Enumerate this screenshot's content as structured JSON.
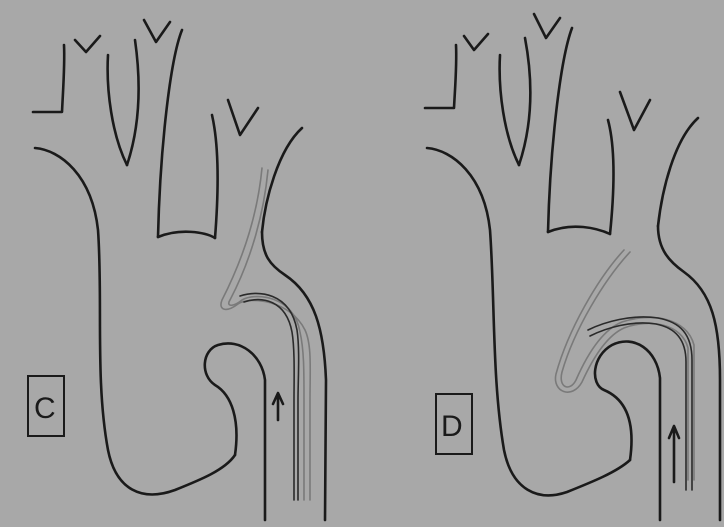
{
  "panels": [
    {
      "id": "C",
      "label": "C"
    },
    {
      "id": "D",
      "label": "D"
    }
  ]
}
